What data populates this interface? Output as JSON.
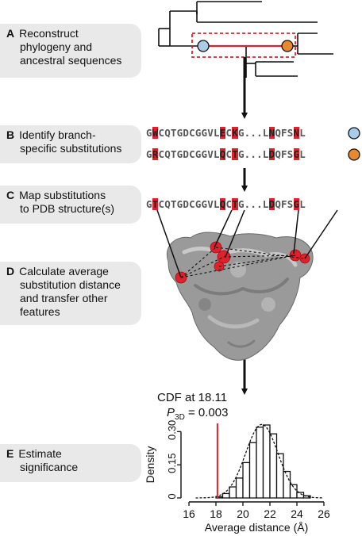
{
  "steps": {
    "a": {
      "letter": "A",
      "line1": "Reconstruct",
      "line2": "phylogeny and",
      "line3": "ancestral sequences"
    },
    "b": {
      "letter": "B",
      "line1": "Identify branch-",
      "line2": "specific substitutions"
    },
    "c": {
      "letter": "C",
      "line1": "Map substitutions",
      "line2": "to PDB structure(s)"
    },
    "d": {
      "letter": "D",
      "line1": "Calculate average",
      "line2": "substitution distance",
      "line3": "and transfer other",
      "line4": "features"
    },
    "e": {
      "letter": "E",
      "line1": "Estimate",
      "line2": "significance"
    }
  },
  "sequences": {
    "seq1": [
      "G",
      "W",
      "CQTGDCGGVL",
      "E",
      "C",
      "K",
      "G...L",
      "N",
      "QFS",
      "N",
      "L"
    ],
    "seq2": [
      "G",
      "R",
      "CQTGDCGGVL",
      "Q",
      "C",
      "T",
      "G...L",
      "D",
      "QFS",
      "G",
      "L"
    ],
    "seq3": [
      "G",
      "T",
      "CQTGDCGGVL",
      "Q",
      "C",
      "T",
      "G...L",
      "D",
      "QFS",
      "G",
      "L"
    ],
    "node_colors": {
      "blue": "#a9cde8",
      "orange": "#e8892b"
    }
  },
  "colors": {
    "accent": "#e0202a",
    "panel": "#e9e9e9",
    "protein": "#9a9a9a"
  },
  "chart_data": {
    "type": "bar",
    "annotation": "CDF at 18.11",
    "p_label_prefix": "P",
    "p_label_sub": "3D",
    "p_label_value": " = 0.003",
    "observed": 18.11,
    "xlabel": "Average distance (Å)",
    "ylabel": "Density",
    "xlim": [
      16,
      26
    ],
    "ylim": [
      0,
      0.33
    ],
    "xticks": [
      "16",
      "18",
      "20",
      "22",
      "24",
      "26"
    ],
    "yticks": [
      "0",
      "0.15",
      "0.30"
    ],
    "bin_width": 0.5,
    "bin_starts": [
      18,
      18.5,
      19,
      19.5,
      20,
      20.5,
      21,
      21.5,
      22,
      22.5,
      23,
      23.5,
      24,
      24.5
    ],
    "values": [
      0.005,
      0.02,
      0.05,
      0.09,
      0.16,
      0.25,
      0.32,
      0.33,
      0.29,
      0.2,
      0.12,
      0.06,
      0.025,
      0.01
    ],
    "normal_fit": {
      "mean": 21.4,
      "sd": 1.2
    }
  }
}
